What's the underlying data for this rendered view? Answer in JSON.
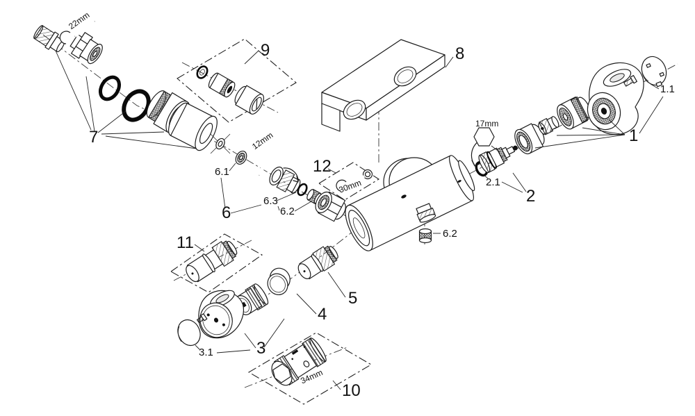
{
  "colors": {
    "background": "#ffffff",
    "line": "#1c1c1c",
    "text": "#111111"
  },
  "part_labels": {
    "p1": "1",
    "p1_1": "1.1",
    "p2": "2",
    "p2_1": "2.1",
    "p3": "3",
    "p3_1": "3.1",
    "p4": "4",
    "p5": "5",
    "p6": "6",
    "p6_1": "6.1",
    "p6_2": "6.2",
    "p6_3": "6.3",
    "p7": "7",
    "p8": "8",
    "p9": "9",
    "p10": "10",
    "p11": "11",
    "p12": "12"
  },
  "tool_labels": {
    "open_end_wrench": "22mm",
    "allen_key": "12mm",
    "hex_key": "17mm",
    "combination_wrench": "30mm",
    "socket": "34mm"
  }
}
